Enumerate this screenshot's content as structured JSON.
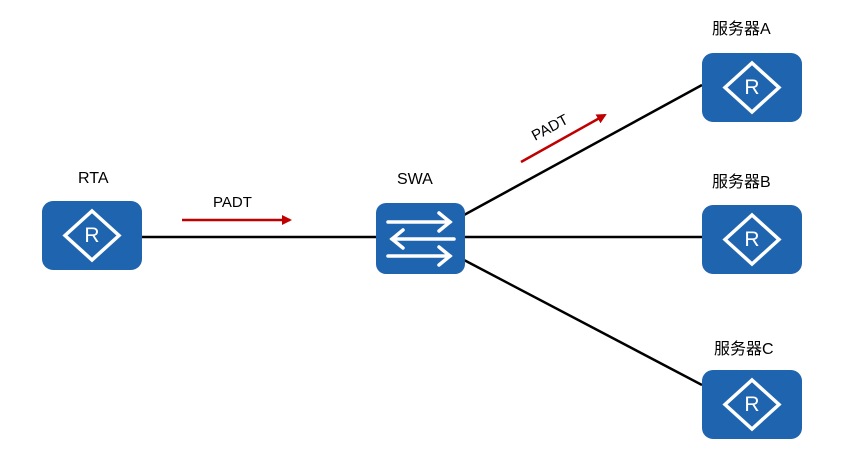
{
  "colors": {
    "device_fill": "#1f64ae",
    "device_stroke": "#ffffff",
    "link": "#000000",
    "packet_arrow": "#c00000",
    "background": "#ffffff"
  },
  "devices": {
    "rta": {
      "label": "RTA",
      "icon": "router-icon"
    },
    "swa": {
      "label": "SWA",
      "icon": "switch-icon"
    },
    "server_a": {
      "label": "服务器A",
      "icon": "router-icon"
    },
    "server_b": {
      "label": "服务器B",
      "icon": "router-icon"
    },
    "server_c": {
      "label": "服务器C",
      "icon": "router-icon"
    }
  },
  "packets": {
    "rta_to_swa": {
      "label": "PADT",
      "icon": "arrow-right-icon"
    },
    "swa_to_server_a": {
      "label": "PADT",
      "icon": "arrow-up-right-icon"
    }
  }
}
